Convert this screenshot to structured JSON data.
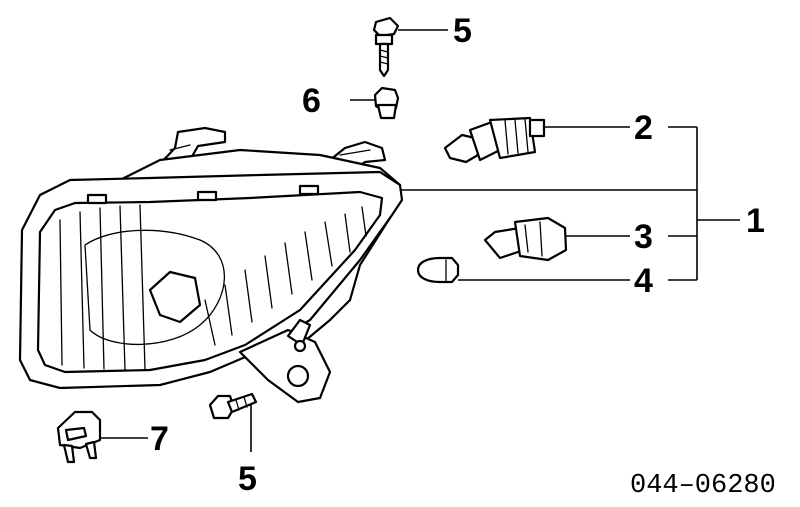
{
  "diagram": {
    "figure_code": "044–06280",
    "callouts": [
      {
        "id": "5-top",
        "label": "5",
        "part": "screw"
      },
      {
        "id": "6",
        "label": "6",
        "part": "clip-nut"
      },
      {
        "id": "2",
        "label": "2",
        "part": "bulb-socket"
      },
      {
        "id": "1",
        "label": "1",
        "part": "headlamp-assembly"
      },
      {
        "id": "3",
        "label": "3",
        "part": "socket"
      },
      {
        "id": "4",
        "label": "4",
        "part": "wedge-bulb"
      },
      {
        "id": "7",
        "label": "7",
        "part": "bracket-clip"
      },
      {
        "id": "5-bottom",
        "label": "5",
        "part": "screw"
      }
    ],
    "colors": {
      "ink": "#000000",
      "paper": "#ffffff"
    }
  }
}
